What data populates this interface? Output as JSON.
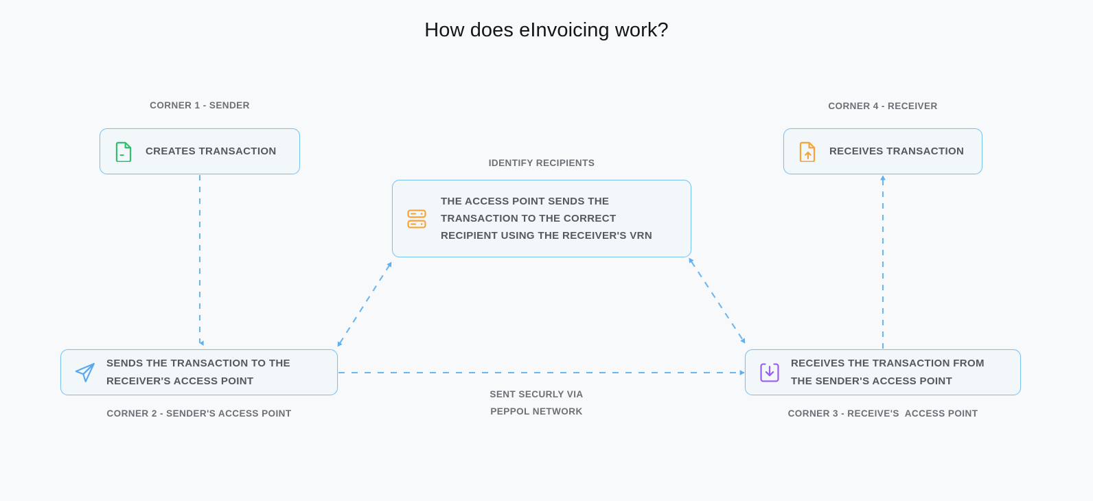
{
  "title": "How does eInvoicing work?",
  "theme": {
    "background": "#f7f9fa",
    "box_border": "#7cc2ef",
    "box_fill": "#f2f7fa",
    "connector": "#6cb6ef",
    "label_text": "#55595e",
    "caption_text": "#6b7076",
    "title_text": "#12161a",
    "icon_green": "#2fbf6e",
    "icon_orange": "#f7a23b",
    "icon_blue": "#5aa9f0",
    "icon_purple": "#9b5cf0"
  },
  "nodes": {
    "corner1": {
      "caption": "CORNER 1 - SENDER",
      "label": "CREATES TRANSACTION",
      "icon": "document-icon",
      "icon_color": "#2fbf6e"
    },
    "corner4": {
      "caption": "CORNER 4 - RECEIVER",
      "label": "RECEIVES TRANSACTION",
      "icon": "document-upload-icon",
      "icon_color": "#f7a23b"
    },
    "access_point": {
      "caption": "IDENTIFY RECIPIENTS",
      "label_lines": [
        "THE ACCESS POINT SENDS THE",
        "TRANSACTION TO THE CORRECT",
        "RECIPIENT USING THE RECEIVER'S VRN"
      ],
      "icon": "server-icon",
      "icon_color": "#f7a23b"
    },
    "corner2": {
      "caption": "CORNER 2 - SENDER'S ACCESS POINT",
      "label_lines": [
        "SENDS THE TRANSACTION TO THE",
        "RECEIVER'S ACCESS POINT"
      ],
      "icon": "paper-plane-icon",
      "icon_color": "#5aa9f0"
    },
    "corner3": {
      "caption": "CORNER 3 - RECEIVE'S  ACCESS POINT",
      "label_lines": [
        "RECEIVES THE TRANSACTION FROM",
        "THE SENDER'S ACCESS POINT"
      ],
      "icon": "download-icon",
      "icon_color": "#9b5cf0"
    }
  },
  "network_note": {
    "line1": "SENT SECURLY VIA",
    "line2": "PEPPOL NETWORK"
  },
  "connectors": [
    {
      "name": "corner1-to-corner2",
      "style": "dashed",
      "direction": "down"
    },
    {
      "name": "corner2-to-access-point",
      "style": "dashed",
      "direction": "bidirectional"
    },
    {
      "name": "access-point-to-corner3",
      "style": "dashed",
      "direction": "bidirectional"
    },
    {
      "name": "corner2-to-corner3",
      "style": "dashed",
      "direction": "right"
    },
    {
      "name": "corner3-to-corner4",
      "style": "dashed",
      "direction": "up"
    }
  ]
}
